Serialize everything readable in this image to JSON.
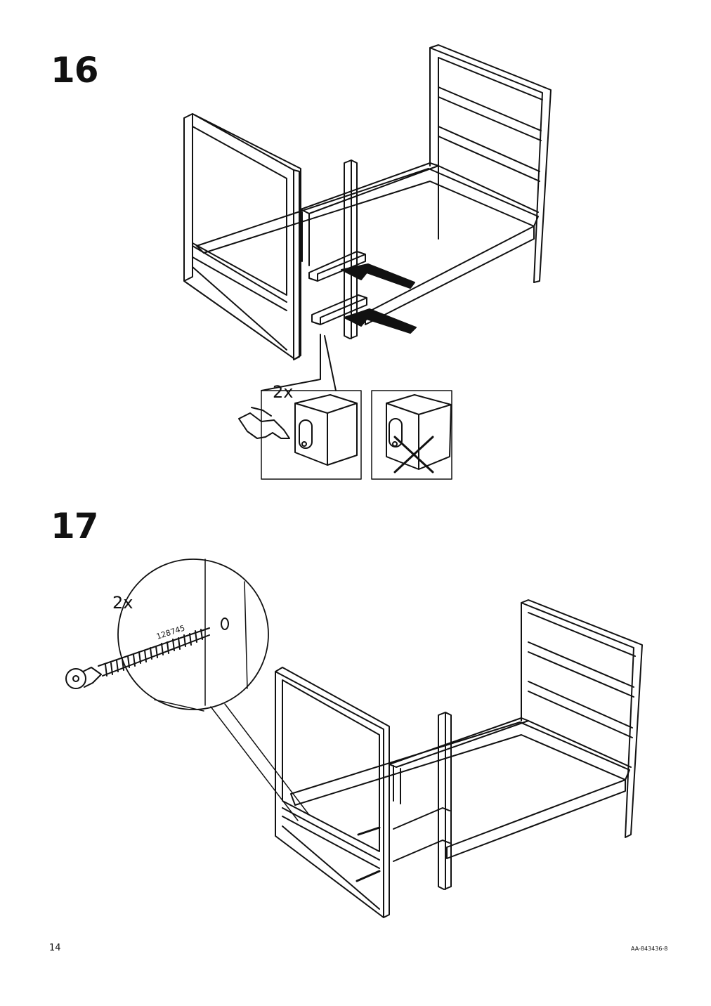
{
  "steps": [
    {
      "number": "16",
      "callout": {
        "quantity": "2x"
      }
    },
    {
      "number": "17",
      "callout": {
        "quantity": "2x",
        "part_number": "128745"
      }
    }
  ],
  "footer": {
    "page_number": "14",
    "document_code": "AA-843436-8"
  },
  "colors": {
    "ink": "#111111",
    "paper": "#ffffff"
  },
  "icons": [
    "finger-press-icon",
    "incorrect-x-icon",
    "arrow-icon",
    "screw-icon",
    "zoom-magnifier-circle"
  ]
}
